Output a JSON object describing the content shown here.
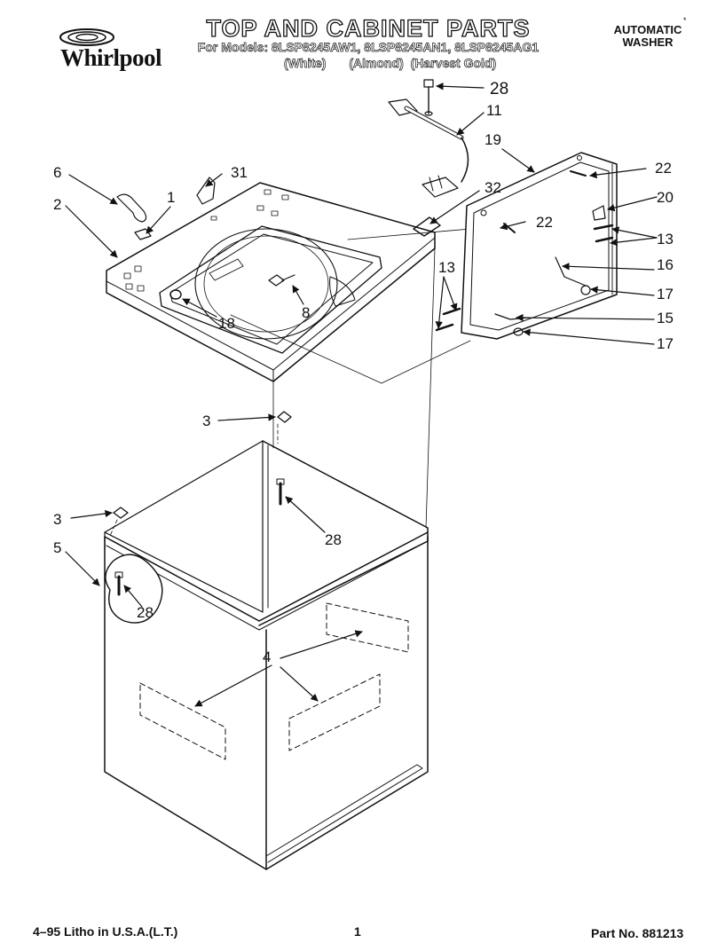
{
  "header": {
    "brand": "Whirlpool",
    "title": "TOP AND CABINET PARTS",
    "models": "For Models: 8LSP8245AW1, 8LSP8245AN1, 8LSP8245AG1",
    "colors": [
      "(White)",
      "(Almond)",
      "(Harvest Gold)"
    ],
    "product_line1": "AUTOMATIC",
    "product_line2": "WASHER",
    "corner_mark": "*"
  },
  "callouts": {
    "c28a": "28",
    "c11": "11",
    "c19": "19",
    "c22a": "22",
    "c20": "20",
    "c31": "31",
    "c6": "6",
    "c1": "1",
    "c2": "2",
    "c32": "32",
    "c22b": "22",
    "c13a": "13",
    "c16": "16",
    "c13b": "13",
    "c17a": "17",
    "c15": "15",
    "c17b": "17",
    "c8": "8",
    "c18": "18",
    "c3a": "3",
    "c28b": "28",
    "c3b": "3",
    "c5": "5",
    "c28c": "28",
    "c4": "4"
  },
  "footer": {
    "litho": "4–95 Litho in U.S.A.(L.T.)",
    "page": "1",
    "part_no": "Part No. 881213"
  }
}
